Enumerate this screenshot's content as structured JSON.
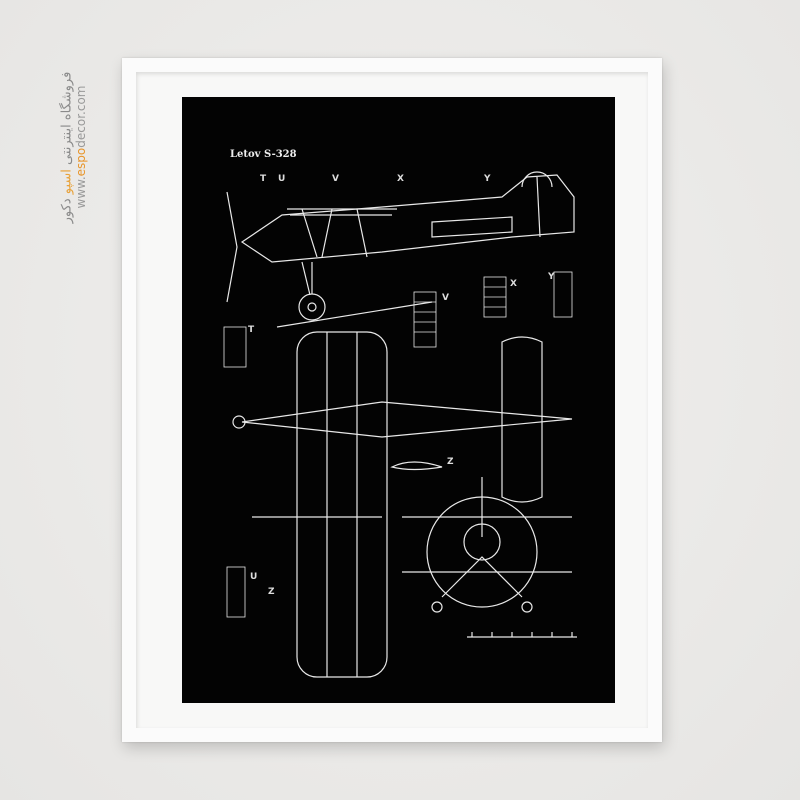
{
  "watermark": {
    "persian_prefix": "فروشگاه اینترنتی ",
    "persian_brand": "اسپو",
    "persian_suffix": " دکور",
    "url_prefix": "www.",
    "url_brand": "espo",
    "url_suffix": "decor.com",
    "accent_color": "#e8952a"
  },
  "poster": {
    "title": "Letov S-328",
    "labels": {
      "t1": "T",
      "u1": "U",
      "v1": "V",
      "x1": "X",
      "y1": "Y",
      "v2": "V",
      "x2": "X",
      "y2": "Y",
      "t2": "T",
      "z1": "Z",
      "u2": "U",
      "z2": "Z"
    }
  }
}
